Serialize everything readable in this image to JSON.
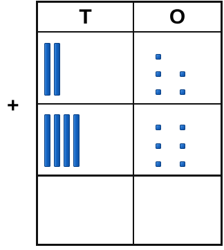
{
  "header": {
    "tens_label": "T",
    "ones_label": "O"
  },
  "operator": "+",
  "rows": [
    {
      "tens_rods": 2,
      "ones_cubes": 5
    },
    {
      "tens_rods": 4,
      "ones_cubes": 6
    },
    {
      "tens_rods": 0,
      "ones_cubes": 0
    }
  ],
  "colors": {
    "block_blue": "#1565c4",
    "grid_line": "#111111"
  }
}
